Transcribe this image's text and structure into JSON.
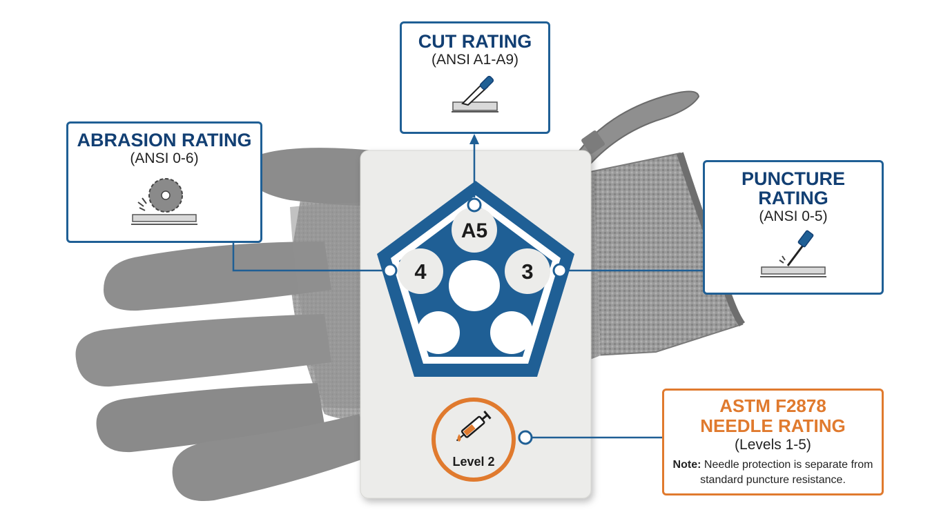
{
  "cut": {
    "title": "CUT RATING",
    "standard": "(ANSI A1-A9)",
    "icon": "knife-icon"
  },
  "abrasion": {
    "title": "ABRASION RATING",
    "standard": "(ANSI 0-6)",
    "icon": "saw-blade-icon"
  },
  "puncture": {
    "title_line1": "PUNCTURE",
    "title_line2": "RATING",
    "standard": "(ANSI 0-5)",
    "icon": "probe-icon"
  },
  "needle": {
    "title_line1": "ASTM F2878",
    "title_line2": "NEEDLE RATING",
    "standard": "(Levels 1-5)",
    "note_label": "Note:",
    "note_text": " Needle protection is separate from standard puncture resistance.",
    "icon": "syringe-icon"
  },
  "tag": {
    "cut_value": "A5",
    "abrasion_value": "4",
    "puncture_value": "3",
    "needle_level": "Level 2"
  },
  "colors": {
    "blue": "#1f5f95",
    "navy": "#123f73",
    "orange": "#e07a2e",
    "tag": "#ececea"
  }
}
